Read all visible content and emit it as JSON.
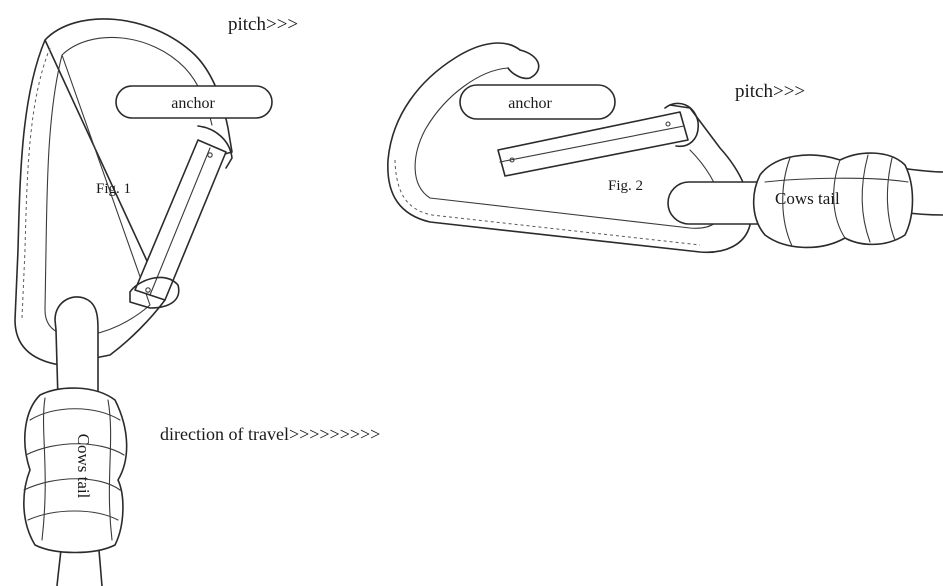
{
  "figure1": {
    "pitch_label": "pitch>>>",
    "anchor_label": "anchor",
    "fig_label": "Fig. 1",
    "cows_tail_label": "Cows tail",
    "direction_label": "direction of travel>>>>>>>>>"
  },
  "figure2": {
    "pitch_label": "pitch>>>",
    "anchor_label": "anchor",
    "fig_label": "Fig. 2",
    "cows_tail_label": "Cows tail"
  }
}
